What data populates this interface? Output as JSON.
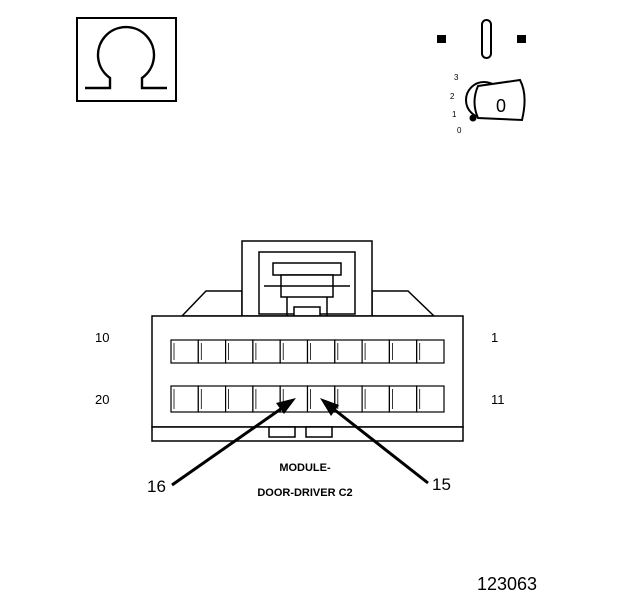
{
  "meter_icon": {
    "name": "ohm-symbol-icon",
    "glyph": "Ω"
  },
  "ignition_icon": {
    "name": "ignition-key-icon",
    "positions": [
      "3",
      "2",
      "1",
      "0"
    ],
    "key_label": "0"
  },
  "connector": {
    "pin_labels": {
      "top_left": "10",
      "top_right": "1",
      "bottom_left": "20",
      "bottom_right": "11"
    },
    "name_line1": "MODULE-",
    "name_line2": "DOOR-DRIVER C2",
    "callouts": [
      {
        "label": "16",
        "pin": 16
      },
      {
        "label": "15",
        "pin": 15
      }
    ]
  },
  "figure_number": "123063"
}
